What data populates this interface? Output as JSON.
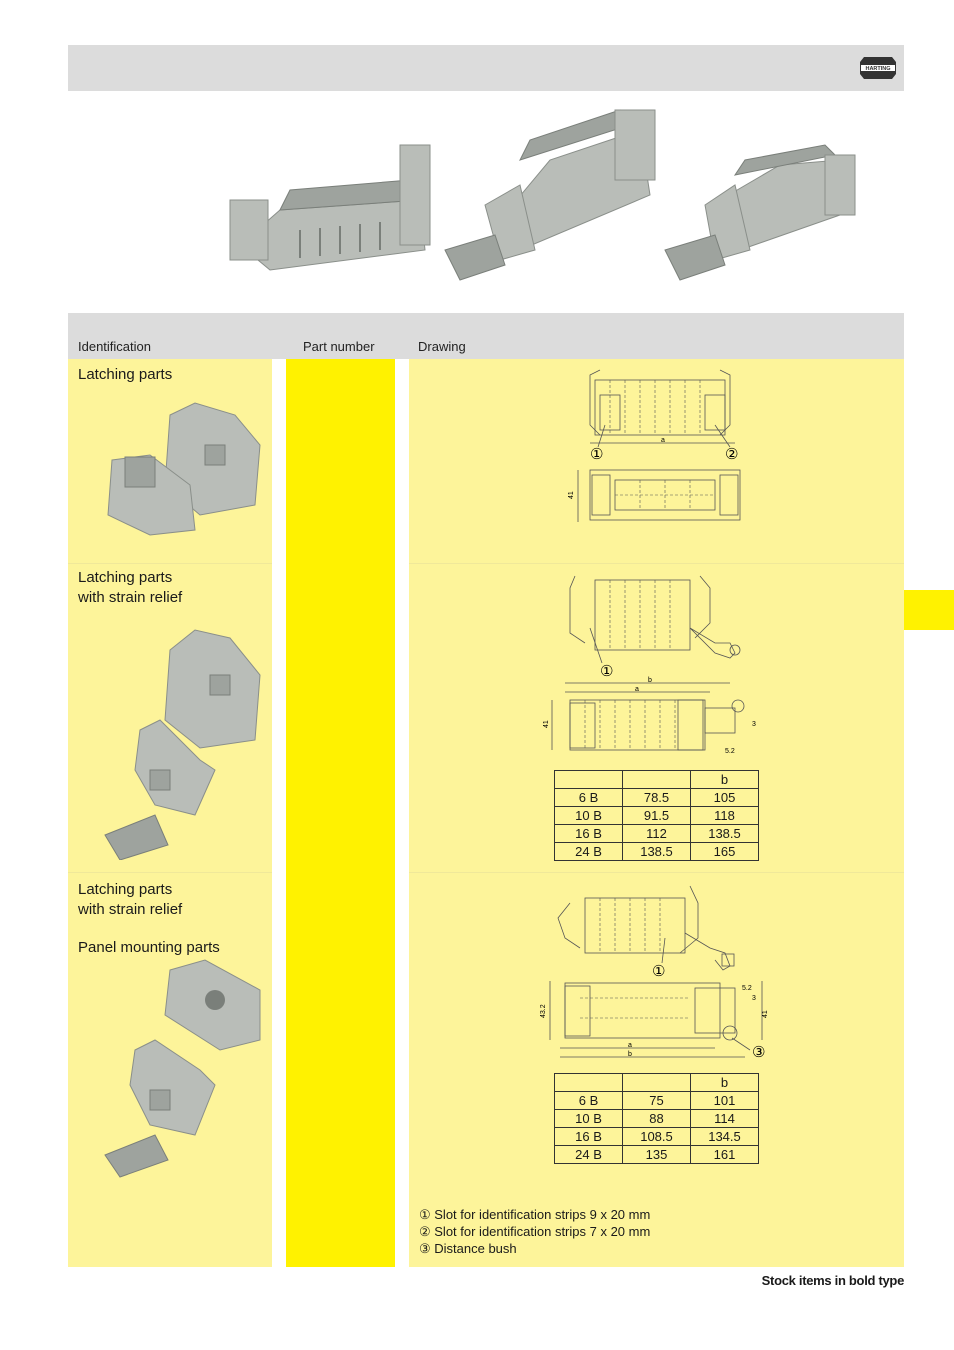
{
  "brand": {
    "logo_text": "HARTING"
  },
  "columns": {
    "identification": "Identification",
    "part_number": "Part number",
    "drawing": "Drawing"
  },
  "rows": [
    {
      "title_lines": [
        "Latching parts"
      ]
    },
    {
      "title_lines": [
        "Latching parts",
        "with strain relief"
      ],
      "table": {
        "header": [
          "",
          "",
          "b"
        ],
        "rows": [
          [
            "6 B",
            "78.5",
            "105"
          ],
          [
            "10 B",
            "91.5",
            "118"
          ],
          [
            "16 B",
            "112",
            "138.5"
          ],
          [
            "24 B",
            "138.5",
            "165"
          ]
        ]
      }
    },
    {
      "title_lines": [
        "Latching parts",
        "with strain relief"
      ],
      "subtitle": "Panel mounting parts",
      "table": {
        "header": [
          "",
          "",
          "b"
        ],
        "rows": [
          [
            "6 B",
            "75",
            "101"
          ],
          [
            "10 B",
            "88",
            "114"
          ],
          [
            "16 B",
            "108.5",
            "134.5"
          ],
          [
            "24 B",
            "135",
            "161"
          ]
        ]
      }
    }
  ],
  "drawing_callouts": {
    "c1": "①",
    "c2": "②",
    "c3": "③"
  },
  "drawing_dims": {
    "a": "a",
    "b": "b",
    "d41": "41",
    "d43_2": "43.2",
    "d5_2": "5.2",
    "d3": "3"
  },
  "legend": [
    "① Slot for identification strips 9 x 20 mm",
    "② Slot for identification strips 7 x 20 mm",
    "③ Distance bush"
  ],
  "footer": "Stock items in bold type",
  "colors": {
    "header_grey": "#dcdcdc",
    "light_yellow": "#fdf49a",
    "bright_yellow": "#fff200"
  }
}
